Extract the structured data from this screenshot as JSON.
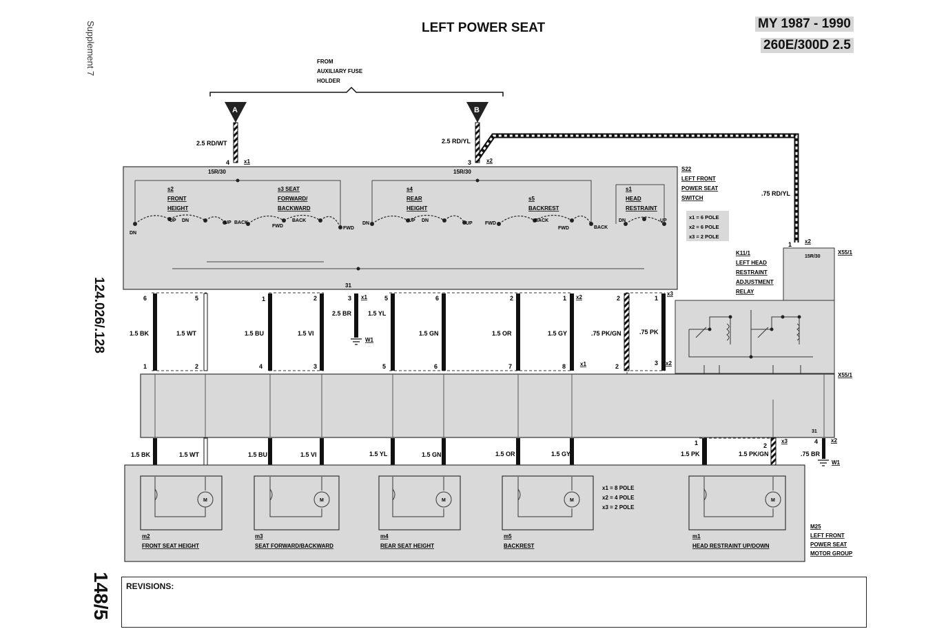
{
  "title": "LEFT POWER SEAT",
  "model": {
    "years": "MY 1987 - 1990",
    "engine": "260E/300D 2.5"
  },
  "side": {
    "supplement": "Supplement 7",
    "doc_code": "124.026/.128",
    "page_no": "148/5"
  },
  "revisions_label": "REVISIONS:",
  "fuse": {
    "label_lines": [
      "FROM",
      "AUXILIARY FUSE",
      "HOLDER"
    ],
    "terminal_a": "A",
    "terminal_b": "B",
    "wire_a": "2.5 RD/WT",
    "wire_b": "2.5 RD/YL",
    "wire_relay": ".75 RD/YL"
  },
  "switch": {
    "id": "S22",
    "lines": [
      "LEFT FRONT",
      "POWER SEAT",
      "SWITCH"
    ],
    "poles": [
      "x1 = 6 POLE",
      "x2 = 6 POLE",
      "x3 = 2 POLE"
    ],
    "terminal": "15R/30",
    "ground_terminal": "31",
    "sub": [
      {
        "id": "s2",
        "lines": [
          "FRONT",
          "HEIGHT"
        ]
      },
      {
        "id": "s3 SEAT",
        "lines": [
          "FORWARD/",
          "BACKWARD"
        ]
      },
      {
        "id": "s4",
        "lines": [
          "REAR",
          "HEIGHT"
        ]
      },
      {
        "id": "s5",
        "lines": [
          "BACKREST"
        ]
      },
      {
        "id": "s1",
        "lines": [
          "HEAD",
          "RESTRAINT"
        ]
      }
    ],
    "dir_labels": [
      "DN",
      "UP",
      "DN",
      "UP",
      "BACK",
      "FWD",
      "BACK",
      "FWD",
      "DN",
      "UP",
      "DN",
      "UP",
      "FWD",
      "BACK",
      "FWD",
      "BACK",
      "DN",
      "UP"
    ]
  },
  "relay": {
    "id": "K11/1",
    "lines": [
      "LEFT HEAD",
      "RESTRAINT",
      "ADJUSTMENT",
      "RELAY"
    ],
    "connector": "X55/1",
    "terminal": "15R/30"
  },
  "connectors": {
    "x1": "x1",
    "x2": "x2",
    "x3": "x3",
    "w1": "W1"
  },
  "upper_wires": [
    {
      "pin_top": "6",
      "pin_bot": "1",
      "label": "1.5 BK"
    },
    {
      "pin_top": "5",
      "pin_bot": "2",
      "label": "1.5 WT"
    },
    {
      "pin_top": "1",
      "pin_bot": "4",
      "label": "1.5 BU"
    },
    {
      "pin_top": "2",
      "pin_bot": "3",
      "label": "1.5 VI"
    },
    {
      "pin_top": "3",
      "pin_bot": "",
      "label": "2.5 BR"
    },
    {
      "pin_top": "5",
      "pin_bot": "5",
      "label": "1.5 YL"
    },
    {
      "pin_top": "6",
      "pin_bot": "6",
      "label": "1.5 GN"
    },
    {
      "pin_top": "2",
      "pin_bot": "7",
      "label": "1.5 OR"
    },
    {
      "pin_top": "1",
      "pin_bot": "8",
      "label": "1.5 GY"
    },
    {
      "pin_top": "2",
      "pin_bot": "2",
      "label": ".75 PK/GN"
    },
    {
      "pin_top": "1",
      "pin_bot": "3",
      "label": ".75 PK"
    }
  ],
  "lower_wires": [
    "1.5 BK",
    "1.5 WT",
    "1.5 BU",
    "1.5 VI",
    "1.5 YL",
    "1.5 GN",
    "1.5 OR",
    "1.5 GY",
    "1.5 PK",
    "1.5 PK/GN",
    ".75 BR"
  ],
  "motor_group": {
    "id": "M25",
    "lines": [
      "LEFT FRONT",
      "POWER SEAT",
      "MOTOR GROUP"
    ],
    "poles": [
      "x1 = 8 POLE",
      "x2 = 4 POLE",
      "x3 = 2 POLE"
    ],
    "motors": [
      {
        "id": "m2",
        "label": "FRONT SEAT HEIGHT"
      },
      {
        "id": "m3",
        "label": "SEAT FORWARD/BACKWARD"
      },
      {
        "id": "m4",
        "label": "REAR SEAT HEIGHT"
      },
      {
        "id": "m5",
        "label": "BACKREST"
      },
      {
        "id": "m1",
        "label": "HEAD RESTRAINT UP/DOWN"
      }
    ],
    "motor_symbol": "M"
  },
  "colors": {
    "panel": "#d9d9d9",
    "wire": "#111111",
    "border": "#333333"
  }
}
